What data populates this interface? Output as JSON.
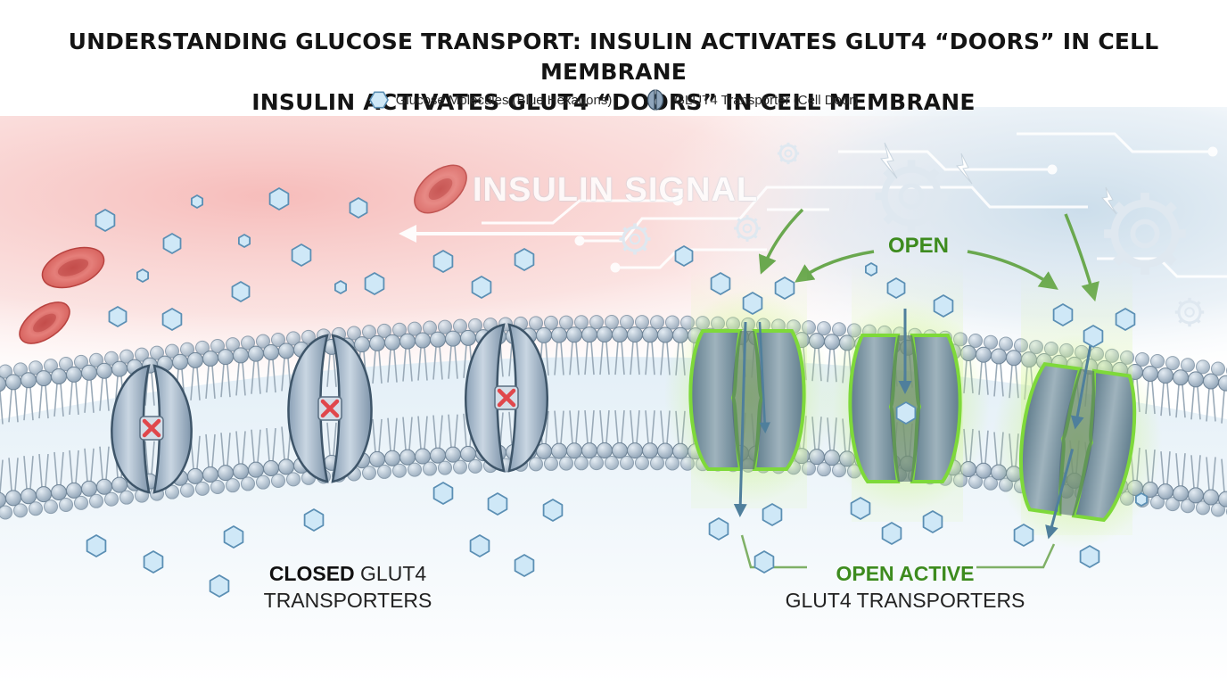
{
  "title": {
    "line1": "UNDERSTANDING GLUCOSE TRANSPORT: INSULIN ACTIVATES GLUT4 “DOORS” IN CELL MEMBRANE",
    "line2": "INSULIN ACTIVATES GLUT4 “DOORS” IN CELL MEMBRANE"
  },
  "legend": {
    "glucose": "Glucose Molecules (Blue Hexagons)",
    "transporter": "GLUT4 Transporter (Cell Door)"
  },
  "signal_label": "INSULIN SIGNAL",
  "open_label": "OPEN",
  "closed_caption": {
    "bold": "CLOSED",
    "rest": " GLUT4",
    "line2": "TRANSPORTERS"
  },
  "open_caption": {
    "line1": "OPEN ACTIVE",
    "line2": "GLUT4 TRANSPORTERS"
  },
  "colors": {
    "glucose_fill": "#cfe8f7",
    "glucose_stroke": "#5b8fb4",
    "transporter_fill": "#9fb4c9",
    "active_glow": "#8fe03a",
    "active_text": "#3d8b1e",
    "closed_mark": "#e0474c",
    "blood_cell": "#d9625f"
  },
  "icons": [
    "glucose-hexagon-icon",
    "glut4-door-icon",
    "gear-icon",
    "lightning-icon",
    "red-blood-cell-icon",
    "x-mark-icon",
    "arrow-down-icon"
  ]
}
